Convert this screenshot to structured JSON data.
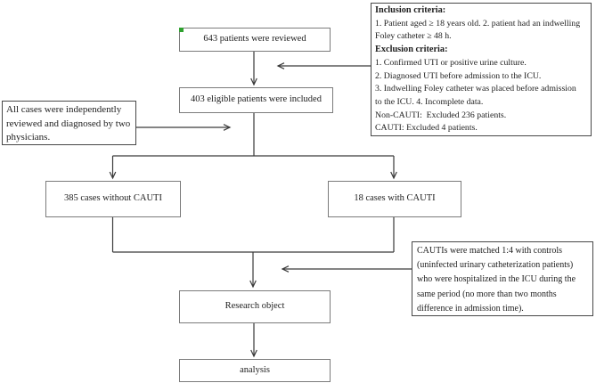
{
  "colors": {
    "line": "#3a3a3a",
    "flow_box_border": "#7b7b7b",
    "note_box_border": "#474747",
    "marker_green": "#2fa12f",
    "text": "#1d1d1d",
    "background": "#ffffff"
  },
  "flow": {
    "reviewed": "643 patients were reviewed",
    "eligible": "403 eligible patients were included",
    "without_cauti": "385 cases without CAUTI",
    "with_cauti": "18 cases with CAUTI",
    "research_object": "Research object",
    "analysis": "analysis"
  },
  "criteria_note": {
    "lines": [
      {
        "text": "Inclusion criteria:",
        "bold": true
      },
      {
        "text": "1. Patient aged ≥ 18 years old. 2. patient had an indwelling",
        "bold": false
      },
      {
        "text": "Foley catheter ≥ 48 h.",
        "bold": false
      },
      {
        "text": "Exclusion criteria:",
        "bold": true
      },
      {
        "text": "1. Confirmed UTI or positive urine culture.",
        "bold": false
      },
      {
        "text": "2. Diagnosed UTI before admission to the ICU.",
        "bold": false
      },
      {
        "text": "3. Indwelling Foley catheter was placed before admission",
        "bold": false
      },
      {
        "text": "to the ICU. 4. Incomplete data.",
        "bold": false
      },
      {
        "text": "Non-CAUTI:  Excluded 236 patients.",
        "bold": false
      },
      {
        "text": "CAUTI: Excluded 4 patients.",
        "bold": false
      }
    ]
  },
  "review_note": {
    "text": "All cases were independently reviewed and diagnosed by two physicians."
  },
  "matching_note": {
    "text": "CAUTIs were matched 1:4 with controls (uninfected urinary catheterization patients) who were hospitalized in the ICU during the same period (no more than two months difference in admission time)."
  }
}
